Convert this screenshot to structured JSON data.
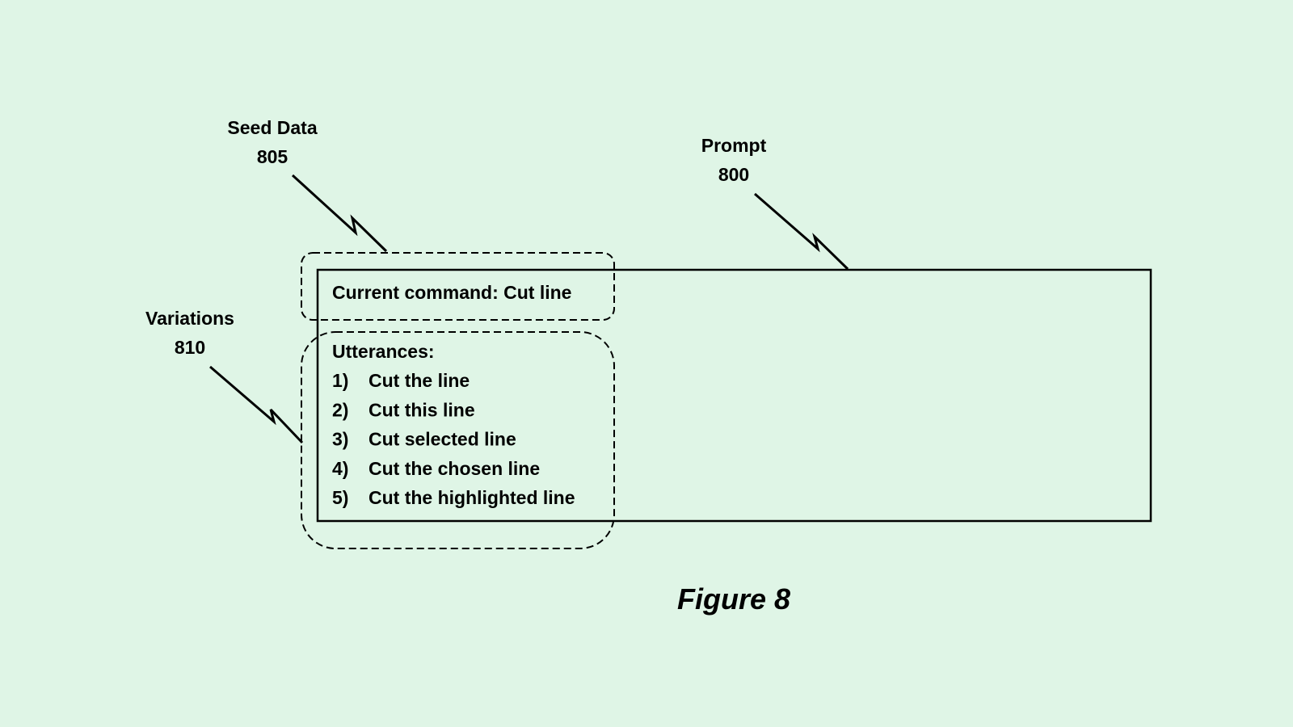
{
  "labels": {
    "seed_data": {
      "name": "Seed Data",
      "ref": "805"
    },
    "prompt": {
      "name": "Prompt",
      "ref": "800"
    },
    "variations": {
      "name": "Variations",
      "ref": "810"
    }
  },
  "prompt_box": {
    "current_command": "Current command: Cut line",
    "utterances_heading": "Utterances:",
    "utterances": [
      {
        "num": "1)",
        "text": "Cut the line"
      },
      {
        "num": "2)",
        "text": "Cut this line"
      },
      {
        "num": "3)",
        "text": "Cut selected line"
      },
      {
        "num": "4)",
        "text": "Cut the chosen line"
      },
      {
        "num": "5)",
        "text": "Cut the highlighted line"
      }
    ]
  },
  "caption": "Figure 8",
  "colors": {
    "background": "#dff5e6",
    "ink": "#000000"
  }
}
